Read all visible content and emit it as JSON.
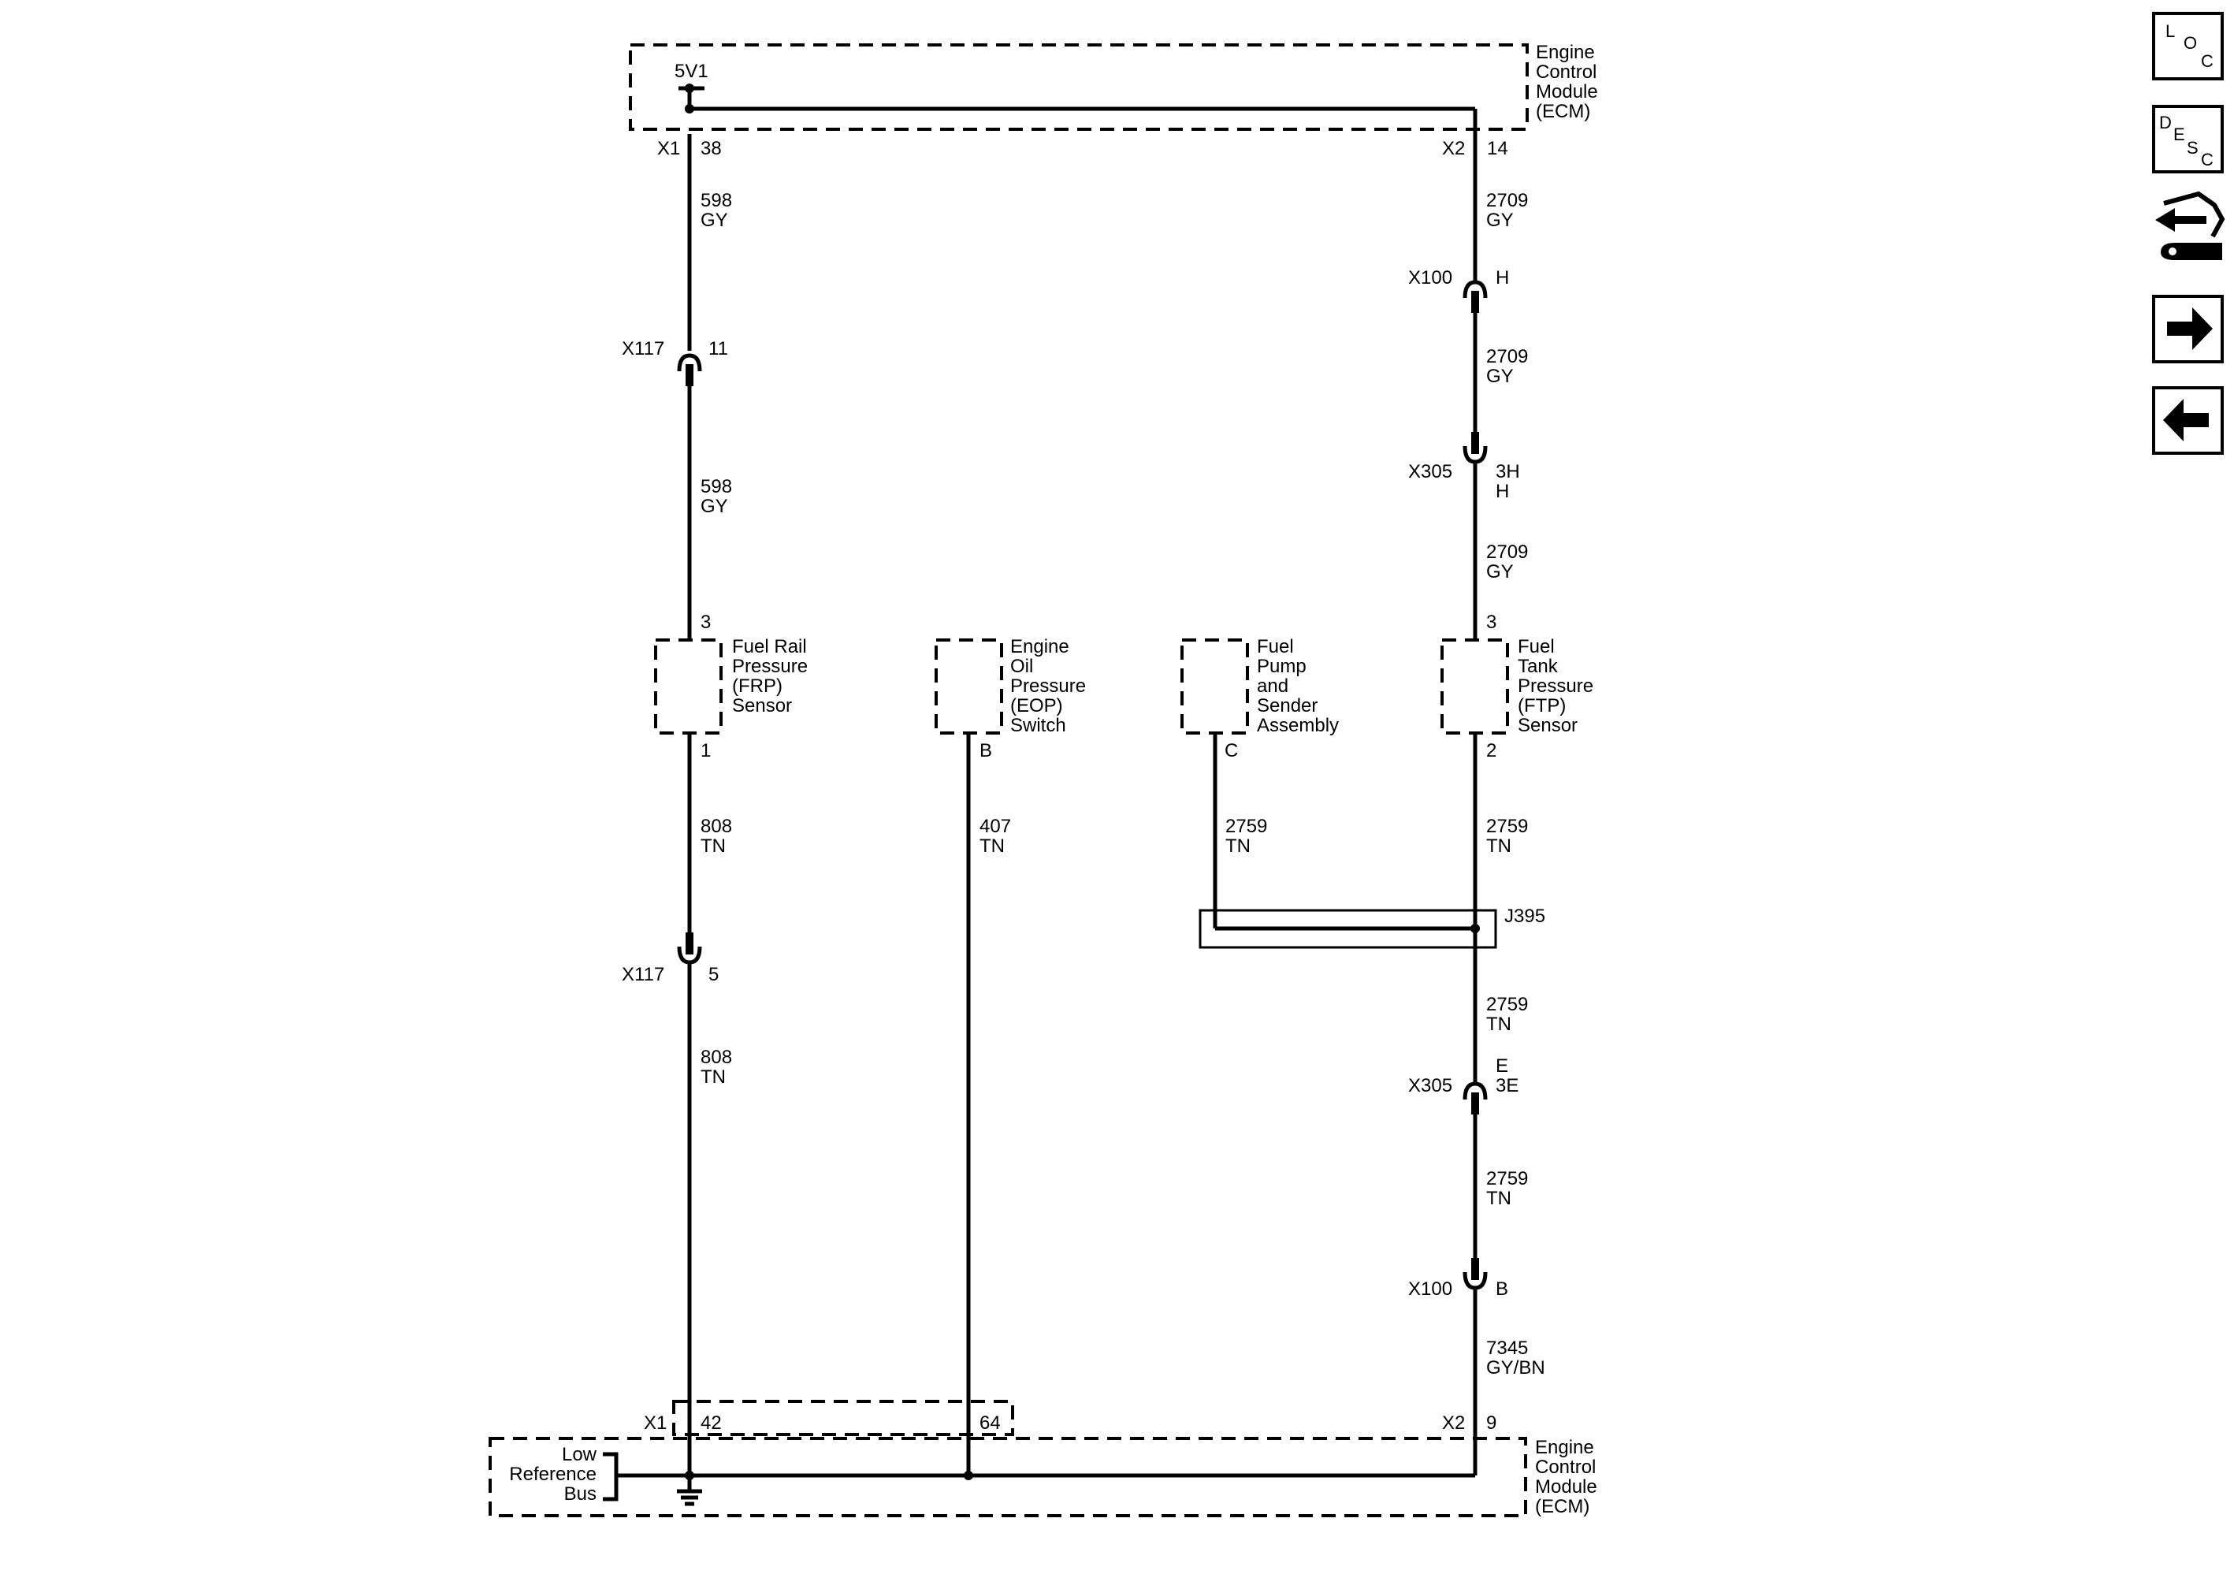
{
  "modules": {
    "ecm_top": [
      "Engine",
      "Control",
      "Module",
      "(ECM)"
    ],
    "ecm_bottom": [
      "Engine",
      "Control",
      "Module",
      "(ECM)"
    ],
    "ref_5v": "5V1",
    "low_ref_bus": [
      "Low",
      "Reference",
      "Bus"
    ]
  },
  "connectors": {
    "x1_top": "X1",
    "x1_top_pin": "38",
    "x2_top": "X2",
    "x2_top_pin": "14",
    "x117_a": "X117",
    "x117_a_pin": "11",
    "x117_b": "X117",
    "x117_b_pin": "5",
    "x100_a": "X100",
    "x100_a_pin": "H",
    "x305_a": "X305",
    "x305_a_pin1": "3H",
    "x305_a_pin2": "H",
    "j395": "J395",
    "x305_b": "X305",
    "x305_b_pin1": "E",
    "x305_b_pin2": "3E",
    "x100_b": "X100",
    "x100_b_pin": "B",
    "x1_bottom": "X1",
    "x1_bottom_pin42": "42",
    "x1_bottom_pin64": "64",
    "x2_bottom": "X2",
    "x2_bottom_pin": "9"
  },
  "wires": {
    "w598_a": [
      "598",
      "GY"
    ],
    "w598_b": [
      "598",
      "GY"
    ],
    "w2709_a": [
      "2709",
      "GY"
    ],
    "w2709_b": [
      "2709",
      "GY"
    ],
    "w2709_c": [
      "2709",
      "GY"
    ],
    "w808_a": [
      "808",
      "TN"
    ],
    "w808_b": [
      "808",
      "TN"
    ],
    "w407": [
      "407",
      "TN"
    ],
    "w2759_fp": [
      "2759",
      "TN"
    ],
    "w2759_ftp": [
      "2759",
      "TN"
    ],
    "w2759_b": [
      "2759",
      "TN"
    ],
    "w2759_c": [
      "2759",
      "TN"
    ],
    "w7345": [
      "7345",
      "GY/BN"
    ]
  },
  "components": {
    "frp": {
      "label": [
        "Fuel Rail",
        "Pressure",
        "(FRP)",
        "Sensor"
      ],
      "pin_top": "3",
      "pin_bottom": "1"
    },
    "eop": {
      "label": [
        "Engine",
        "Oil",
        "Pressure",
        "(EOP)",
        "Switch"
      ],
      "pin_bottom": "B"
    },
    "fpsa": {
      "label": [
        "Fuel",
        "Pump",
        "and",
        "Sender",
        "Assembly"
      ],
      "pin_bottom": "C"
    },
    "ftp": {
      "label": [
        "Fuel",
        "Tank",
        "Pressure",
        "(FTP)",
        "Sensor"
      ],
      "pin_top": "3",
      "pin_bottom": "2"
    }
  },
  "nav_buttons": {
    "loc": [
      "L",
      "O",
      "C"
    ],
    "desc": [
      "D",
      "E",
      "S",
      "C"
    ],
    "icons": [
      "connector-wrench-icon",
      "arrow-right-icon",
      "arrow-left-icon"
    ]
  }
}
